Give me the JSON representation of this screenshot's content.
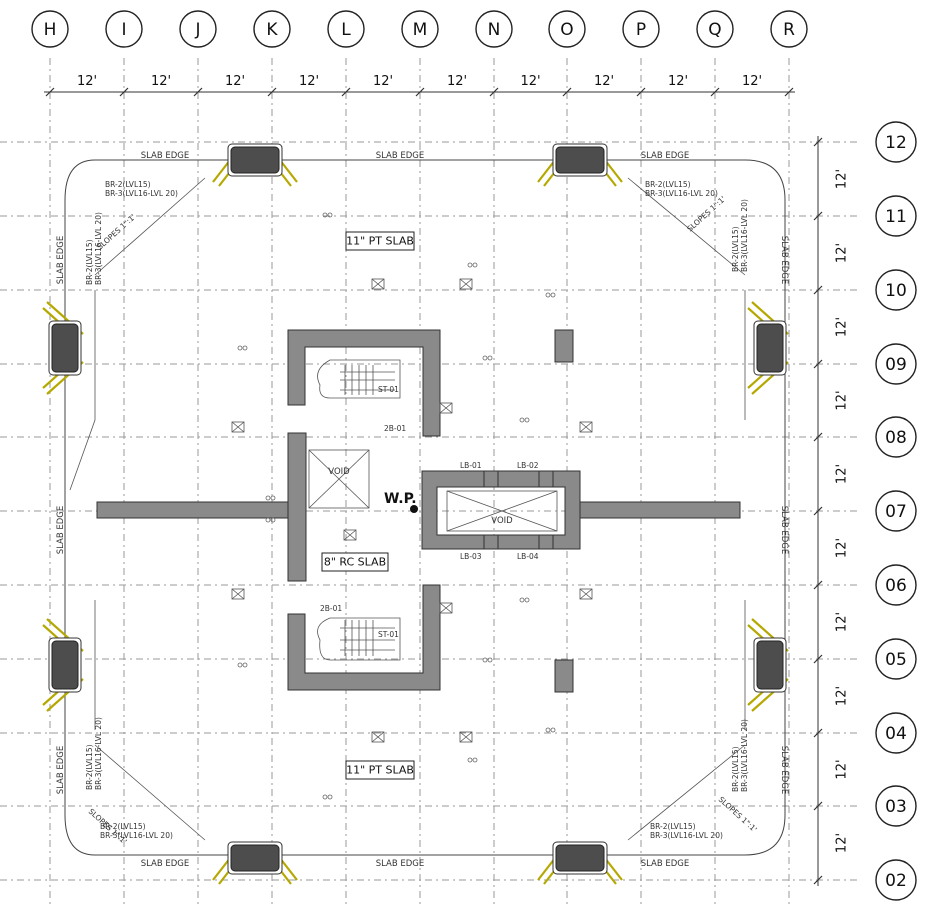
{
  "columns": [
    "H",
    "I",
    "J",
    "K",
    "L",
    "M",
    "N",
    "O",
    "P",
    "Q",
    "R"
  ],
  "rows": [
    "12",
    "11",
    "10",
    "09",
    "08",
    "07",
    "06",
    "05",
    "04",
    "03",
    "02"
  ],
  "spacing_label": "12'",
  "labels": {
    "slab_edge": "SLAB EDGE",
    "pt_slab": "11\" PT SLAB",
    "rc_slab": "8\" RC SLAB",
    "slopes": "SLOPES 1\":1'",
    "br2": "BR-2(LVL15)",
    "br3": "BR-3(LVL16-LVL 20)",
    "void": "VOID",
    "wp": "W.P.",
    "st01": "ST-01",
    "b2b01": "2B-01",
    "lb01": "LB-01",
    "lb02": "LB-02",
    "lb03": "LB-03",
    "lb04": "LB-04"
  },
  "colors": {
    "wall": "#8a8a8a",
    "column": "#4d4d4d",
    "brace": "#b5a800",
    "grid": "#9a9a9a"
  }
}
